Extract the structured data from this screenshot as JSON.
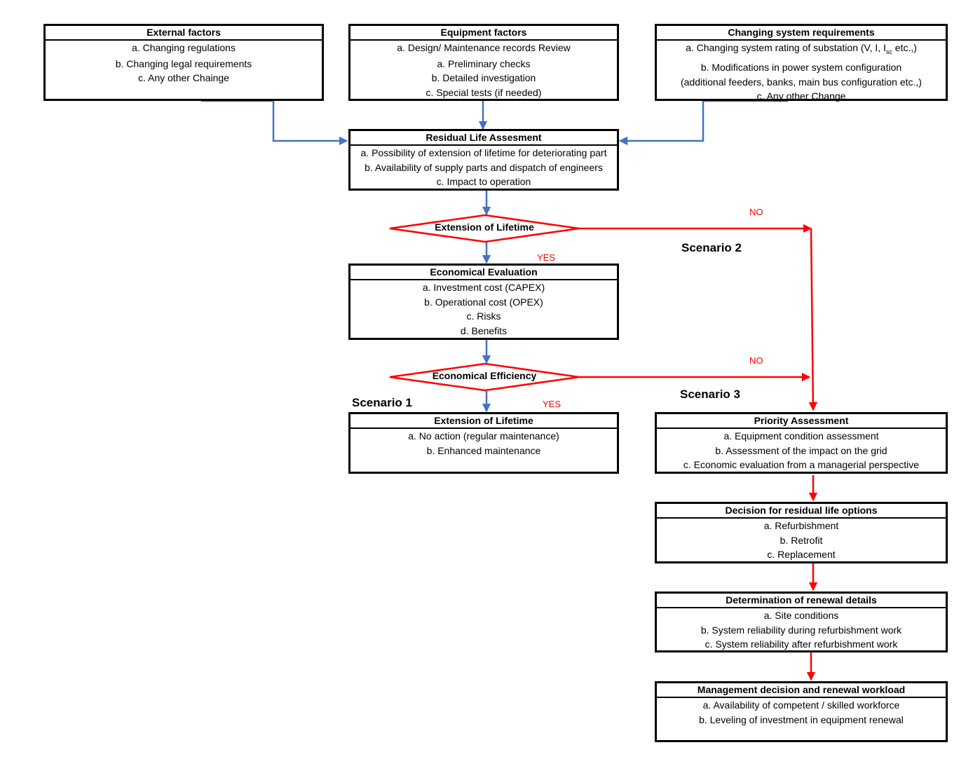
{
  "boxes": {
    "external": {
      "title": "External factors",
      "items": [
        "a. Changing regulations",
        "b. Changing legal requirements",
        "c. Any other Chainge"
      ]
    },
    "equipment": {
      "title": "Equipment factors",
      "items": [
        "a. Design/ Maintenance records Review",
        "a. Preliminary checks",
        "b. Detailed investigation",
        "c. Special tests (if needed)"
      ]
    },
    "changing": {
      "title": "Changing system requirements",
      "item1_prefix": "a. Changing system rating of substation (V, I, I",
      "item1_sub": "sc",
      "item1_suffix": " etc.,)",
      "items": [
        "b. Modifications in power system configuration",
        "(additional feeders, banks, main bus configuration etc.,)",
        "c. Any other Change"
      ]
    },
    "residual": {
      "title": "Residual Life Assesment",
      "items": [
        "a. Possibility of extension of lifetime for deteriorating part",
        "b. Availability of supply parts and dispatch of engineers",
        "c. Impact to operation"
      ]
    },
    "economical": {
      "title": "Economical Evaluation",
      "items": [
        "a. Investment cost (CAPEX)",
        "b. Operational cost (OPEX)",
        "c. Risks",
        "d. Benefits"
      ]
    },
    "extension_box": {
      "title": "Extension of Lifetime",
      "items": [
        "a. No action (regular maintenance)",
        "b. Enhanced maintenance"
      ]
    },
    "priority": {
      "title": "Priority Assessment",
      "items": [
        "a. Equipment condition assessment",
        "b. Assessment of the impact on the grid",
        "c. Economic evaluation from a managerial perspective"
      ]
    },
    "decision": {
      "title": "Decision for residual life options",
      "items": [
        "a. Refurbishment",
        "b. Retrofit",
        "c. Replacement"
      ]
    },
    "determination": {
      "title": "Determination of renewal details",
      "items": [
        "a. Site conditions",
        "b. System reliability during refurbishment work",
        "c. System reliability after refurbishment work"
      ]
    },
    "management": {
      "title": "Management decision and renewal workload",
      "items": [
        "a. Availability of competent / skilled workforce",
        "b. Leveling of investment in equipment renewal"
      ]
    }
  },
  "decisions": {
    "d1": "Extension of Lifetime",
    "d2": "Economical Efficiency"
  },
  "labels": {
    "no1": "NO",
    "yes1": "YES",
    "no2": "NO",
    "yes2": "YES",
    "scenario1": "Scenario 1",
    "scenario2": "Scenario 2",
    "scenario3": "Scenario 3"
  },
  "colors": {
    "blue": "#4472c4",
    "red": "#ff0000",
    "border": "#000000"
  }
}
